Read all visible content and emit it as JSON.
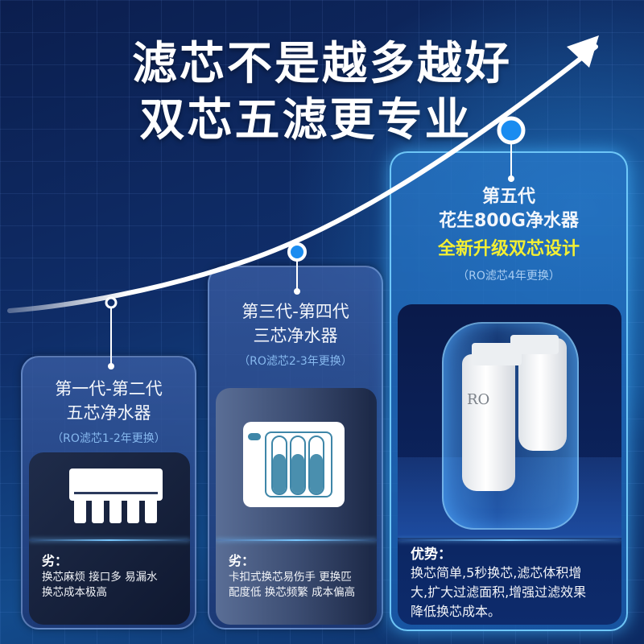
{
  "headline": {
    "line1": "滤芯不是越多越好",
    "line2": "双芯五滤更专业"
  },
  "colors": {
    "background": "#0f2d68",
    "accent_blue": "#1a8cf0",
    "highlight_yellow": "#f3ef33",
    "subtitle_blue": "#86b8ee"
  },
  "timeline": {
    "arrow_icon": "arrow-up-right-icon",
    "nodes": [
      "generation-1-2",
      "generation-3-4",
      "generation-5"
    ]
  },
  "cards": [
    {
      "generation": "第一代-第二代",
      "product": "五芯净水器",
      "ro_life": "（RO滤芯1-2年更换）",
      "icon": "comb-filter-icon",
      "label": "劣：",
      "lines": [
        "换芯麻烦 接口多 易漏水",
        "换芯成本极高"
      ]
    },
    {
      "generation": "第三代-第四代",
      "product": "三芯净水器",
      "ro_life": "（RO滤芯2-3年更换）",
      "icon": "three-cartridge-icon",
      "label": "劣：",
      "lines": [
        "卡扣式换芯易伤手 更换匹",
        "配度低 换芯频繁 成本偏高"
      ]
    },
    {
      "generation": "第五代",
      "product": "花生800G净水器",
      "highlight": "全新升级双芯设计",
      "ro_life": "（RO滤芯4年更换）",
      "image": "dual-cartridge-product-image",
      "ro_mark": "RO",
      "label": "优势：",
      "lines": [
        "换芯简单,5秒换芯,滤芯体积增",
        "大,扩大过滤面积,增强过滤效果",
        "降低换芯成本。"
      ]
    }
  ]
}
